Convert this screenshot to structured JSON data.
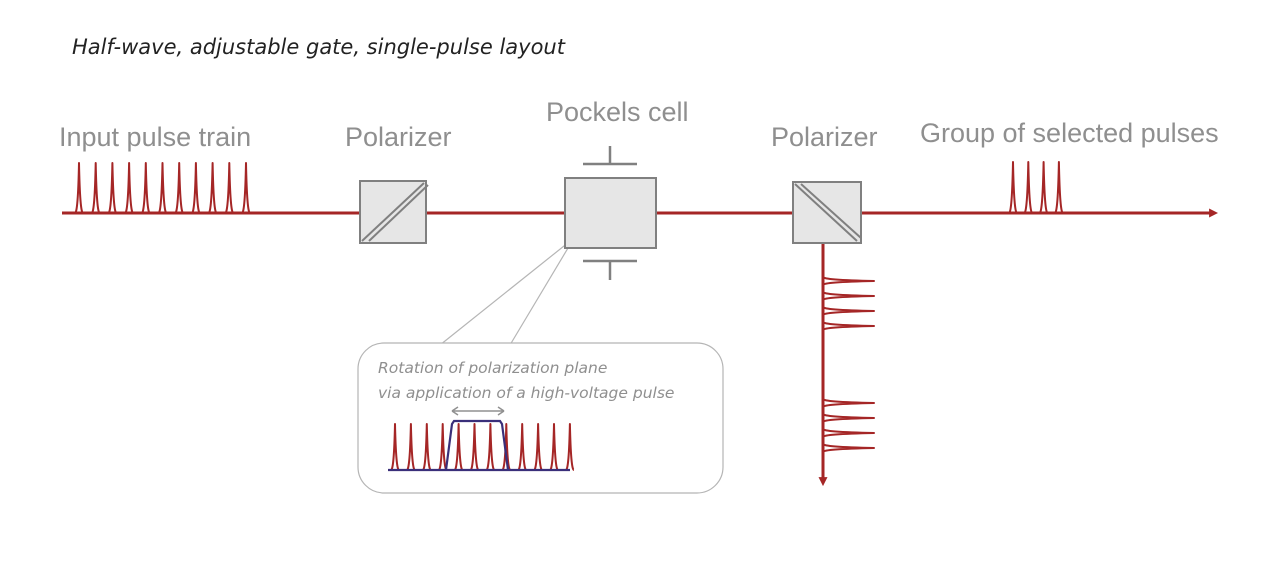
{
  "title": "Half-wave, adjustable gate, single-pulse layout",
  "labels": {
    "input": "Input pulse train",
    "polarizer_left": "Polarizer",
    "pockels": "Pockels cell",
    "polarizer_right": "Polarizer",
    "selected": "Group of selected pulses"
  },
  "callout": {
    "line1": "Rotation of polarization plane",
    "line2": "via application of a high-voltage pulse"
  },
  "colors": {
    "beam": "#a52626",
    "component_fill": "#e6e6e6",
    "component_stroke": "#808080",
    "label_text": "#8f8f8f",
    "hv_pulse": "#3a2f7a"
  },
  "pulses": {
    "input_count": 11,
    "selected_count": 4,
    "rejected_groups": [
      4,
      4
    ],
    "callout_count": 12,
    "gated_indices": [
      4,
      5,
      6,
      7
    ]
  }
}
